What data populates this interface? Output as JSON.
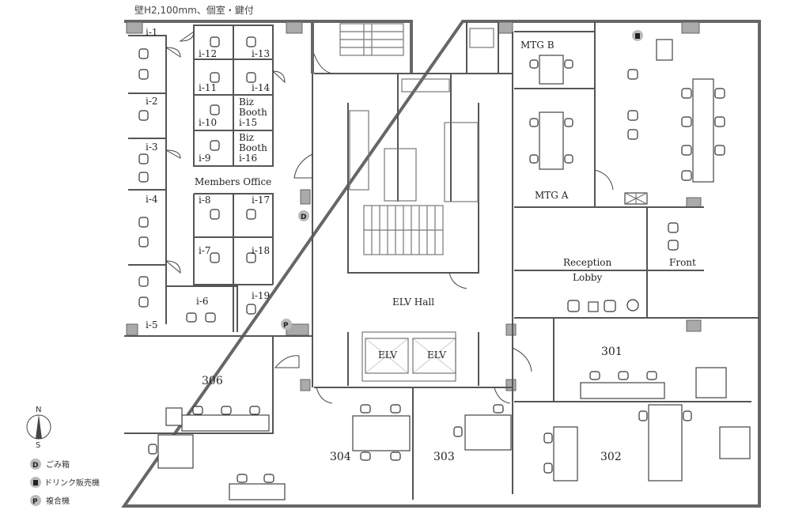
{
  "caption": "壁H2,100mm、個室・鍵付",
  "rooms": {
    "members_office": "Members Office",
    "elv_hall": "ELV Hall",
    "elv1": "ELV",
    "elv2": "ELV",
    "mtg_a": "MTG A",
    "mtg_b": "MTG B",
    "reception": "Reception",
    "lobby": "Lobby",
    "front": "Front",
    "r301": "301",
    "r302": "302",
    "r303": "303",
    "r304": "304",
    "r306": "306"
  },
  "booths": {
    "i1": "i-1",
    "i2": "i-2",
    "i3": "i-3",
    "i4": "i-4",
    "i5": "i-5",
    "i6": "i-6",
    "i7": "i-7",
    "i8": "i-8",
    "i9": "i-9",
    "i10": "i-10",
    "i11": "i-11",
    "i12": "i-12",
    "i13": "i-13",
    "i14": "i-14",
    "i15": {
      "l1": "Biz",
      "l2": "Booth",
      "l3": "i-15"
    },
    "i16": {
      "l1": "Biz",
      "l2": "Booth",
      "l3": "i-16"
    },
    "i17": "i-17",
    "i18": "i-18",
    "i19": "i-19"
  },
  "markers": {
    "d": "D",
    "p": "P"
  },
  "compass": {
    "n": "N",
    "s": "S"
  },
  "legend": [
    {
      "icon": "D",
      "label": "ごみ箱"
    },
    {
      "icon": "drink-icon",
      "label": "ドリンク販売機"
    },
    {
      "icon": "P",
      "label": "複合機"
    }
  ]
}
